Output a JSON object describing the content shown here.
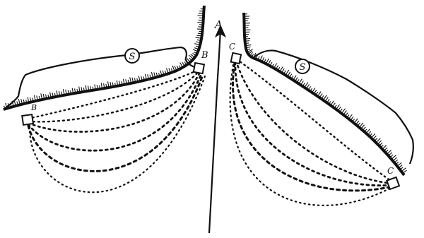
{
  "labels": {
    "arrow": "A",
    "left_post_outer": "B",
    "left_post_inner": "B",
    "right_post_inner": "C",
    "right_post_outer": "C",
    "left_marker": "S",
    "right_marker": "S"
  },
  "colors": {
    "ink": "#111111",
    "paper": "#ffffff"
  }
}
